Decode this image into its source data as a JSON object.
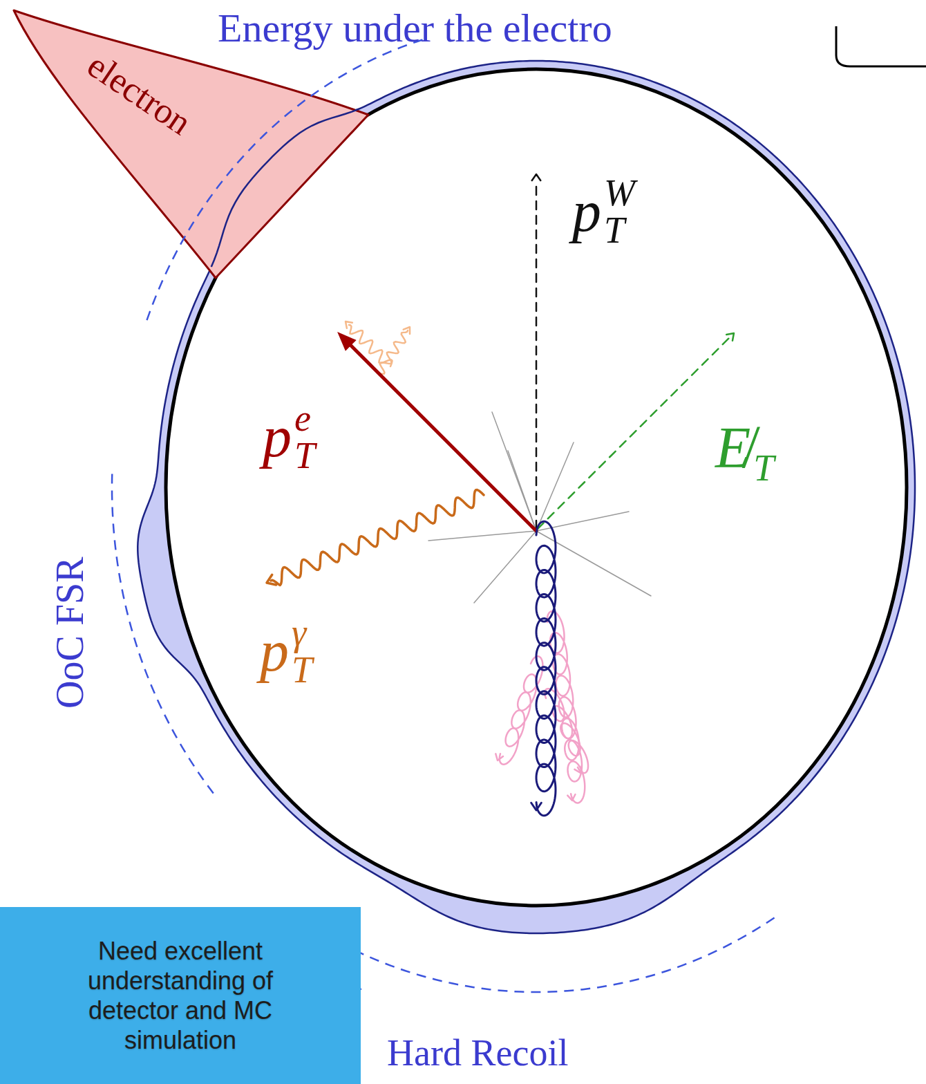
{
  "diagram": {
    "nodes": [
      {
        "text": [
          "electron"
        ]
      },
      {
        "text": [
          "Need excellent understanding of detector and MC simulation"
        ]
      }
    ],
    "labels": [
      "Energy under the electro",
      "p",
      "W",
      "T",
      "p",
      "e",
      "T",
      "E̸",
      "T",
      "p",
      "γ",
      "T",
      "OoC FSR",
      "Hard Recoil"
    ]
  }
}
